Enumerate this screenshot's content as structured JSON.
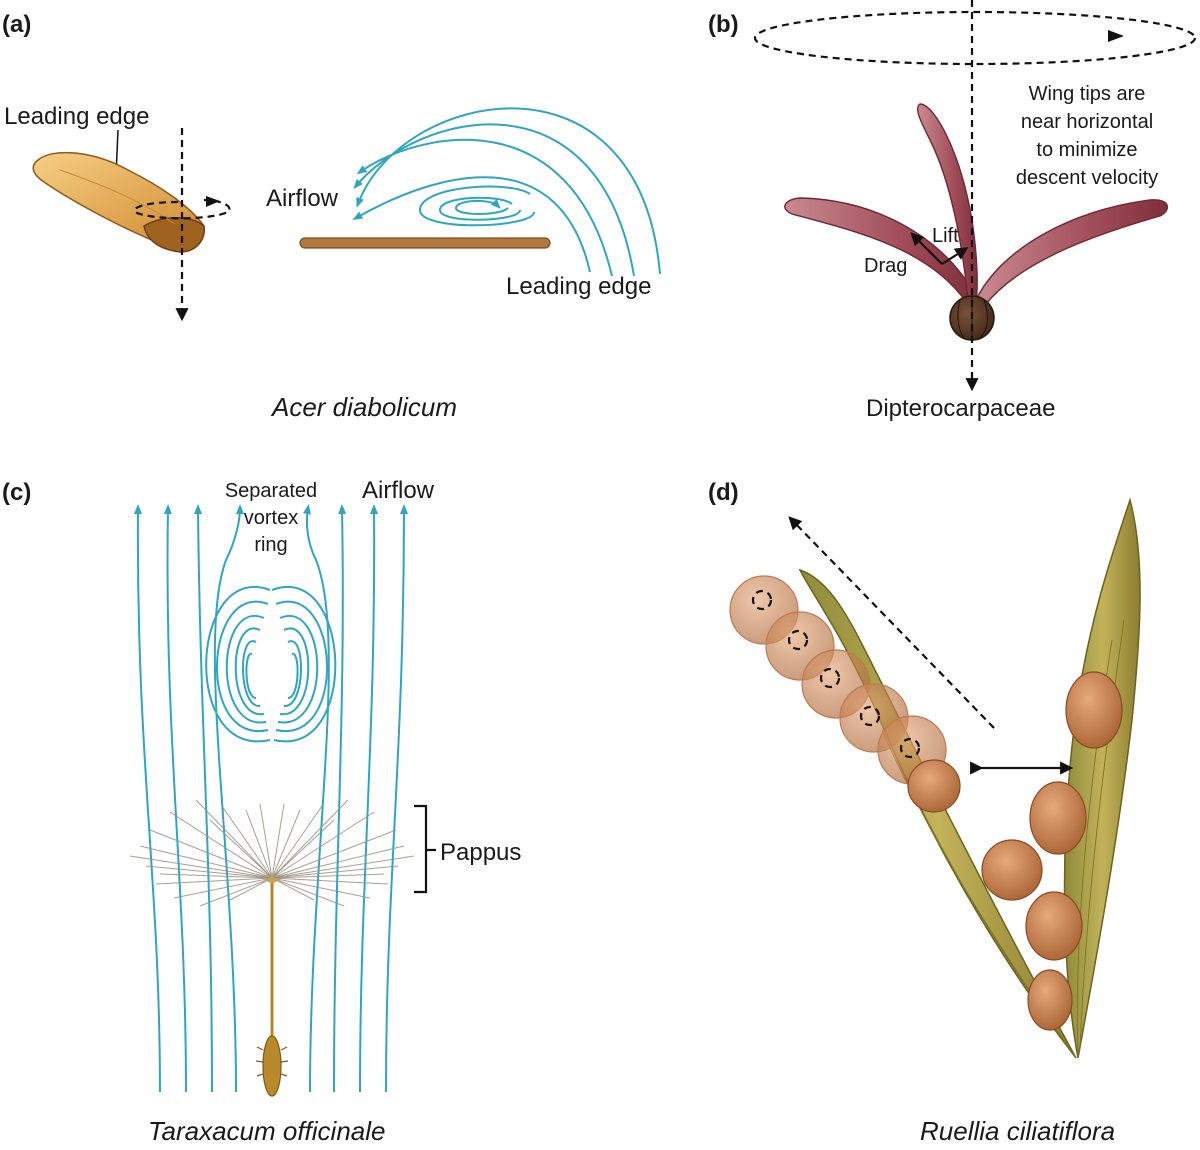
{
  "panels": {
    "a": {
      "label": "(a)",
      "leading_edge_top": "Leading edge",
      "airflow": "Airflow",
      "leading_edge_bottom": "Leading edge",
      "species": "Acer diabolicum"
    },
    "b": {
      "label": "(b)",
      "note_lines": [
        "Wing tips are",
        "near horizontal",
        "to minimize",
        "descent velocity"
      ],
      "lift": "Lift",
      "drag": "Drag",
      "species": "Dipterocarpaceae"
    },
    "c": {
      "label": "(c)",
      "vortex_lines": [
        "Separated",
        "vortex",
        "ring"
      ],
      "airflow": "Airflow",
      "pappus": "Pappus",
      "species": "Taraxacum officinale"
    },
    "d": {
      "label": "(d)",
      "species": "Ruellia ciliatiflora"
    }
  },
  "colors": {
    "airflow": "#2fa6bf",
    "samara": "#e3a24a",
    "dipterocarp_wing": "#9a4450",
    "ruellia_capsule": "#b5a44a",
    "ruellia_seed": "#c9865a"
  }
}
